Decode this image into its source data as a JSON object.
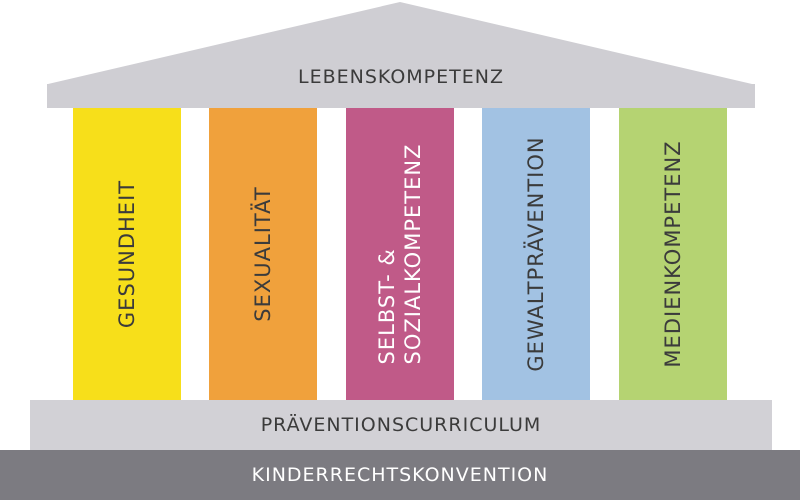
{
  "roof": {
    "label": "LEBENSKOMPETENZ",
    "color": "#cfced3"
  },
  "pillars": [
    {
      "label": "GESUNDHEIT",
      "color": "#f7df1a",
      "text_color": "dark"
    },
    {
      "label": "SEXUALITÄT",
      "color": "#f0a13c",
      "text_color": "dark"
    },
    {
      "label": "SELBST- &\nSOZIALKOMPETENZ",
      "color": "#c05a88",
      "text_color": "light"
    },
    {
      "label": "GEWALTPRÄVENTION",
      "color": "#a2c2e3",
      "text_color": "dark"
    },
    {
      "label": "MEDIENKOMPETENZ",
      "color": "#b5d372",
      "text_color": "dark"
    }
  ],
  "base_top": {
    "label": "PRÄVENTIONSCURRICULUM",
    "color": "#d2d1d6"
  },
  "base_bottom": {
    "label": "KINDERRECHTSKONVENTION",
    "color": "#7c7b81"
  }
}
